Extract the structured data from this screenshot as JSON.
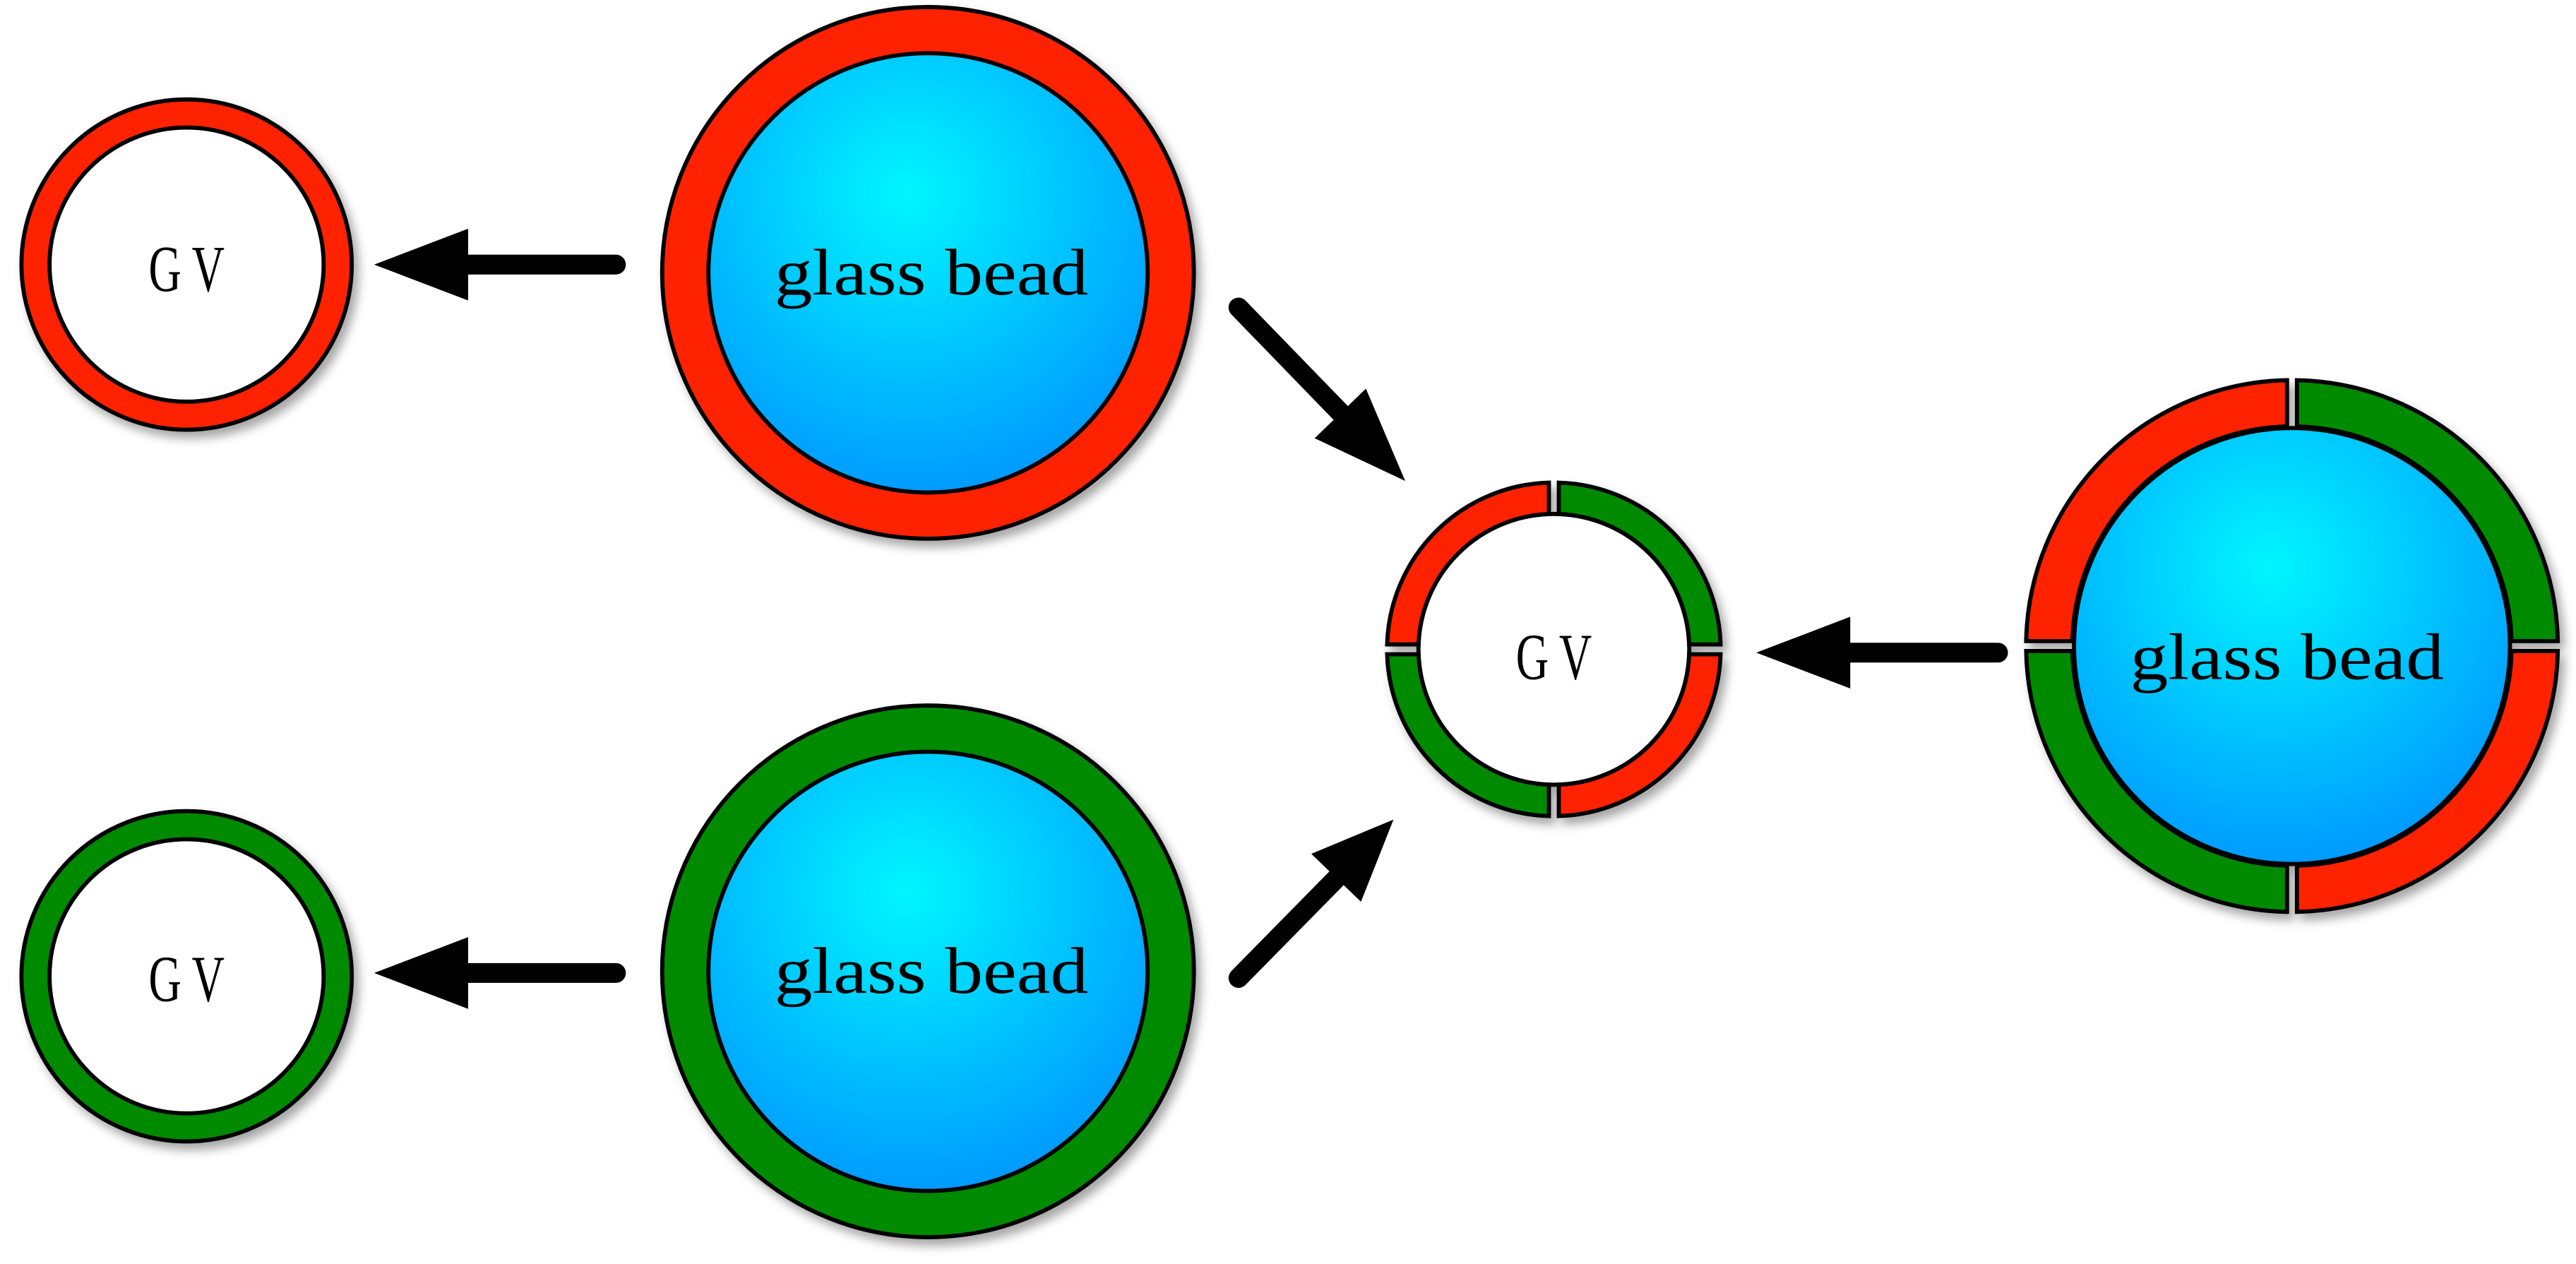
{
  "diagram": {
    "gv_top": {
      "label": "G V"
    },
    "gv_bottom": {
      "label": "G V"
    },
    "gv_center": {
      "label": "G V"
    },
    "bead_top": {
      "label": "glass bead"
    },
    "bead_bottom": {
      "label": "glass bead"
    },
    "bead_right": {
      "label": "glass bead"
    }
  },
  "colors": {
    "red": "#ff2400",
    "green": "#008a00",
    "bead_highlight": "#00f6ff",
    "bead_edge": "#0096ff",
    "gv_fill": "#ffffff",
    "outline": "#000000"
  }
}
